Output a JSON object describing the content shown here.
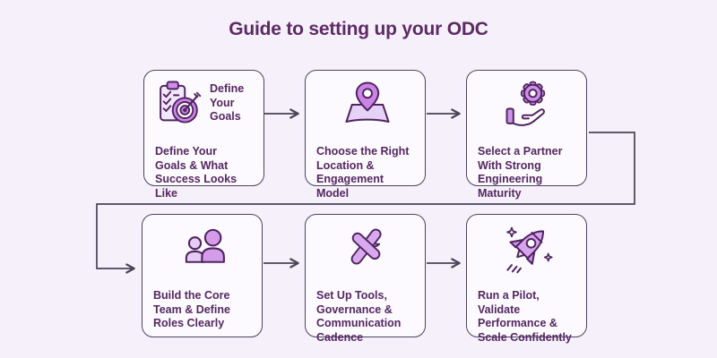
{
  "title": "Guide to setting up your ODC",
  "colors": {
    "background": "#f5f0fa",
    "card_background": "#fcfaff",
    "card_border": "#4e4360",
    "title_text": "#5e2a66",
    "card_text": "#542760",
    "arrow": "#4b4356",
    "icon_outline": "#4f2460",
    "icon_light_fill": "#f0e2fa",
    "icon_mid_fill": "#d9a9ef",
    "icon_strong_fill": "#ca84e5"
  },
  "cards": [
    {
      "icon": "clipboard-target-icon",
      "icon_label": "Define\nYour\nGoals",
      "caption": "Define Your\nGoals & What\nSuccess Looks Like"
    },
    {
      "icon": "map-pin-icon",
      "caption": "Choose the Right\nLocation &\nEngagement Model"
    },
    {
      "icon": "hand-gear-icon",
      "caption": "Select a Partner\nWith Strong\nEngineering Maturity"
    },
    {
      "icon": "team-icon",
      "caption": "Build the Core\nTeam & Define\nRoles Clearly"
    },
    {
      "icon": "tools-icon",
      "caption": "Set Up Tools,\nGovernance &\nCommunication\nCadence"
    },
    {
      "icon": "rocket-icon",
      "caption": "Run a Pilot,\nValidate\nPerformance &\nScale Confidently"
    }
  ]
}
